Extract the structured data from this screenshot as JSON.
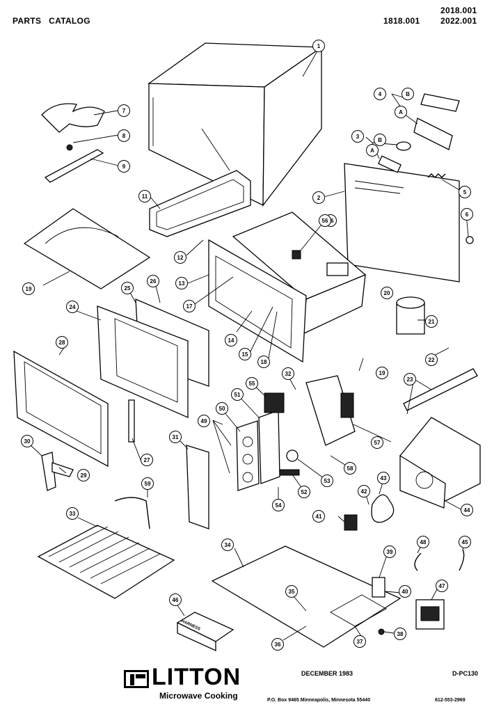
{
  "header": {
    "title": "PARTS   CATALOG",
    "model_a": "1818.001",
    "model_b": "2018.001",
    "model_c": "2022.001"
  },
  "callouts": {
    "c1": "1",
    "c2": "2",
    "c3": "3",
    "c3a": "A",
    "c3b": "B",
    "c4": "4",
    "c4a": "A",
    "c4b": "B",
    "c5": "5",
    "c6": "6",
    "c7": "7",
    "c8": "8",
    "c9": "9",
    "c11": "11",
    "c12": "12",
    "c13": "13",
    "c14": "14",
    "c15": "15",
    "c16": "16",
    "c17": "17",
    "c18": "18",
    "c19": "19",
    "c19b": "19",
    "c20": "20",
    "c21": "21",
    "c22": "22",
    "c23": "23",
    "c24": "24",
    "c25": "25",
    "c26": "26",
    "c27": "27",
    "c28": "28",
    "c29": "29",
    "c30": "30",
    "c31": "31",
    "c32": "32",
    "c33": "33",
    "c34": "34",
    "c35": "35",
    "c36": "36",
    "c37": "37",
    "c38": "38",
    "c39": "39",
    "c40": "40",
    "c41": "41",
    "c42": "42",
    "c43": "43",
    "c44": "44",
    "c45": "45",
    "c46": "46",
    "c47": "47",
    "c48": "48",
    "c49": "49",
    "c50": "50",
    "c51": "51",
    "c52": "52",
    "c53": "53",
    "c54": "54",
    "c55": "55",
    "c56": "56",
    "c57": "57",
    "c58": "58",
    "c59": "59"
  },
  "part_labels": {
    "harness": "HARNESS"
  },
  "footer": {
    "brand": "LITTON",
    "brand_sub": "Microwave Cooking",
    "date": "DECEMBER 1983",
    "doc_id": "D-PC130",
    "address": "P.O. Box 9465 Minneapolis, Minnesota 55440",
    "phone": "612-553-2969"
  }
}
